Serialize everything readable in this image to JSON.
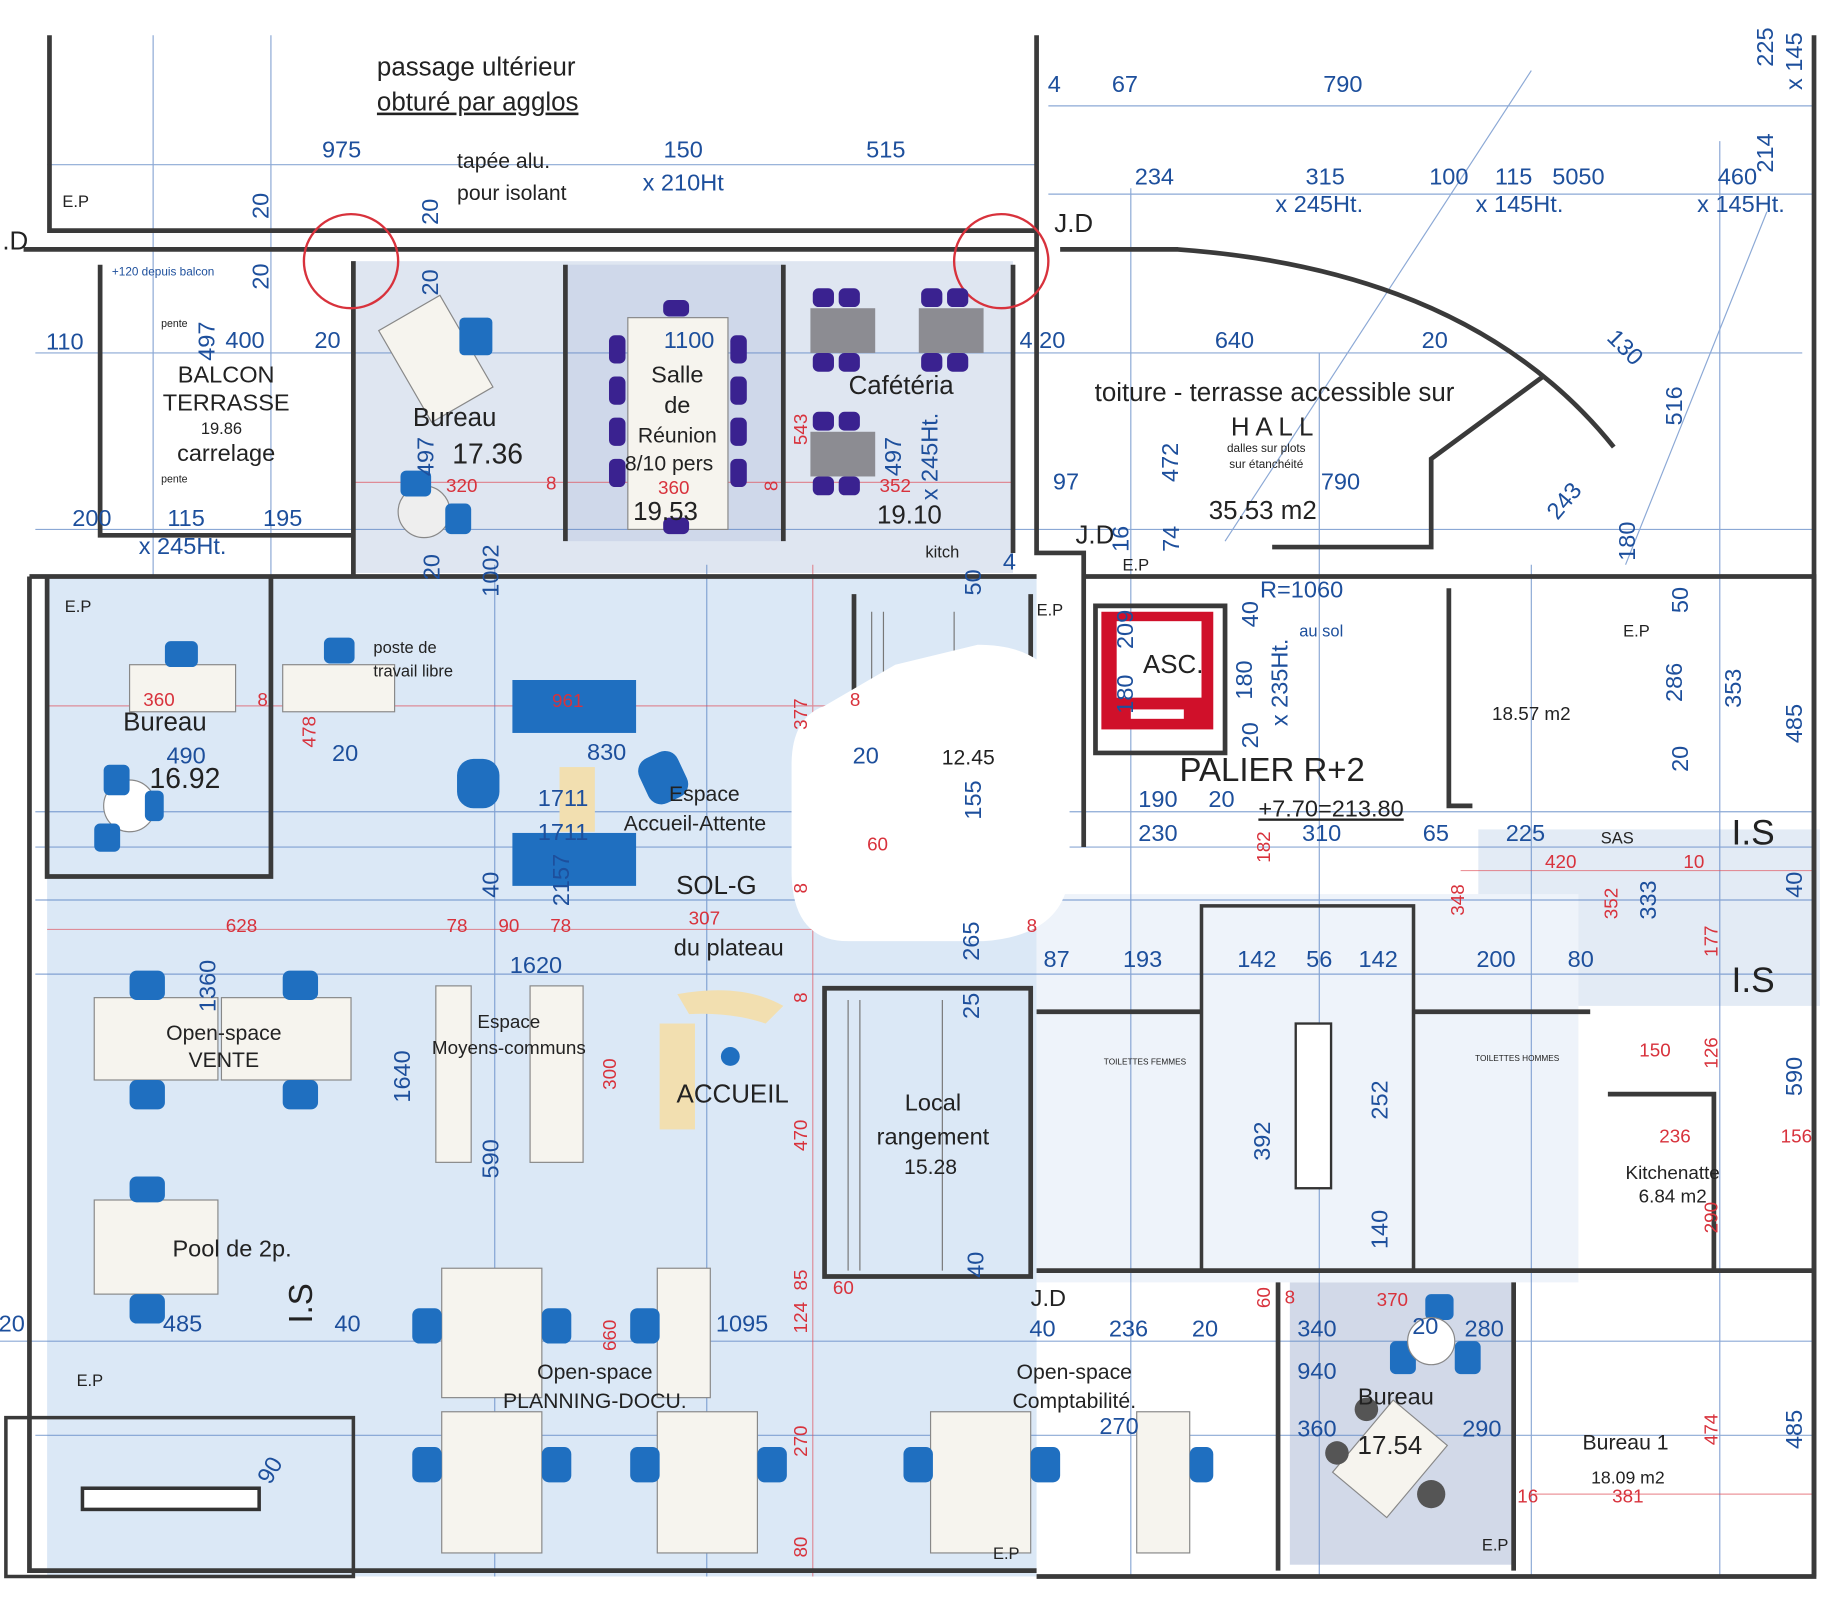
{
  "colors": {
    "interior": "#dbe8f6",
    "wall": "#3a3a3a",
    "dimension": "#1d4f9c",
    "red_dimension": "#d8323c",
    "chair": "#1f6fc0",
    "meeting_chair": "#3a2290",
    "table": "#8c8c92",
    "elevator": "#d0102a",
    "desk": "#f6f4ee",
    "reception": "#f2dfb0"
  },
  "labels": [
    "passage ultérieur",
    "obturé par agglos",
    "tapée alu.",
    "pour isolant",
    "+120 depuis balcon",
    "BALCON",
    "TERRASSE",
    "19.86",
    "carrelage",
    "Bureau",
    "17.36",
    "Salle",
    "de",
    "Réunion",
    "8/10 pers",
    "19.53",
    "Cafétéria",
    "19.10",
    "kitch",
    "toiture - terrasse  accessible sur",
    "H A L L",
    "dalles sur plots",
    "sur étanchéité",
    "35.53 m2",
    "poste de",
    "travail libre",
    "Bureau",
    "16.92",
    "Espace",
    "Accueil-Attente",
    "SOL-G",
    "du plateau",
    "12.45",
    "ASC.",
    "PALIER  R+2",
    "+7.70=213.80",
    "au sol",
    "18.57 m2",
    "SAS",
    "Open-space",
    "VENTE",
    "Espace",
    "Moyens-communs",
    "ACCUEIL",
    "Local",
    "rangement",
    "15.28",
    "TOILETTES FEMMES",
    "TOILETTES HOMMES",
    "Kitchenatte",
    "6.84 m2",
    "Pool de 2p.",
    "Open-space",
    "PLANNING-DOCU.",
    "Open-space",
    "Comptabilité.",
    "Bureau",
    "17.54",
    "Bureau 1",
    "18.09 m2",
    "pente",
    "pente"
  ],
  "markers": [
    "E.P",
    "E.P",
    "E.P",
    "E.P",
    "E.P",
    "E.P",
    "E.P",
    "E.P",
    "J.D",
    "J.D",
    "J.D",
    ".D",
    "I.S",
    "I.S",
    "I.S"
  ],
  "dims_blue": [
    "975",
    "150",
    "x 210Ht",
    "515",
    "20",
    "20",
    "20",
    "20",
    "110",
    "497",
    "400",
    "20",
    "200",
    "115",
    "195",
    "x 245Ht.",
    "1100",
    "4 20",
    "640",
    "20",
    "130",
    "516",
    "4",
    "67",
    "790",
    "234",
    "315",
    "x 245Ht.",
    "100",
    "115",
    "5050",
    "x 145Ht.",
    "460",
    "x 145Ht.",
    "225",
    "x 145",
    "214",
    "97",
    "472",
    "790",
    "243",
    "180",
    "16",
    "74",
    "497",
    "497",
    "x 245Ht.",
    "20",
    "1002",
    "4",
    "50",
    "R=1060",
    "40",
    "180",
    "x 235Ht.",
    "20",
    "180",
    "209",
    "190",
    "20",
    "230",
    "310",
    "65",
    "225",
    "286",
    "353",
    "485",
    "20",
    "50",
    "40",
    "333",
    "830",
    "1711",
    "1711",
    "2157",
    "40",
    "490",
    "20",
    "20",
    "155",
    "1620",
    "1360",
    "1640",
    "590",
    "265",
    "87",
    "193",
    "142",
    "56",
    "142",
    "200",
    "80",
    "25",
    "392",
    "252",
    "140",
    "590",
    "485",
    "40",
    "1095",
    "40",
    "40",
    "236",
    "20",
    "340",
    "20",
    "280",
    "940",
    "270",
    "360",
    "290",
    "485",
    "20",
    "90"
  ],
  "dims_red": [
    "320",
    "8",
    "360",
    "8",
    "352",
    "543",
    "360",
    "8",
    "478",
    "961",
    "377",
    "8",
    "60",
    "628",
    "78",
    "90",
    "78",
    "307",
    "8",
    "8",
    "8",
    "300",
    "470",
    "182",
    "348",
    "420",
    "10",
    "352",
    "177",
    "150",
    "126",
    "236",
    "156",
    "290",
    "474",
    "16",
    "381",
    "370",
    "8",
    "60",
    "660",
    "124",
    "270",
    "80",
    "60",
    "85"
  ]
}
